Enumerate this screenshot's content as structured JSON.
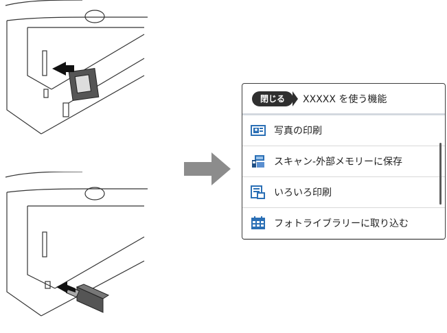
{
  "panel": {
    "close_label": "閉じる",
    "title": "XXXXX を使う機能"
  },
  "menu": {
    "items": [
      {
        "label": "写真の印刷",
        "icon": "photo-print-icon"
      },
      {
        "label": "スキャン-外部メモリーに保存",
        "icon": "scan-to-memory-icon"
      },
      {
        "label": "いろいろ印刷",
        "icon": "various-print-icon"
      },
      {
        "label": "フォトライブラリーに取り込む",
        "icon": "photo-library-icon"
      }
    ]
  },
  "icons": {
    "arrow": "right-arrow-icon",
    "scroll": "scroll-down-icon",
    "memory_card": "memory-card-icon",
    "usb": "usb-drive-icon"
  },
  "colors": {
    "close_button": "#2f2f2f",
    "arrow": "#8c8c8c",
    "icon_blue": "#2a6fb5"
  }
}
